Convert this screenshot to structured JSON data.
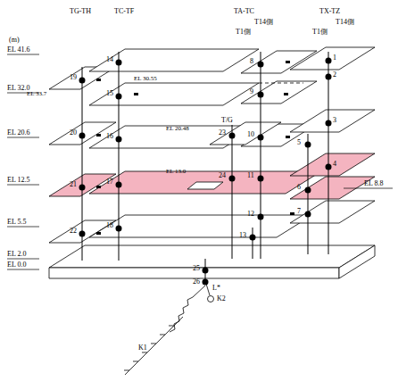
{
  "diagram": {
    "labels": [
      "TG-TH",
      "TC-TF",
      "TA-TC",
      "T14側",
      "T1側",
      "TX-TZ",
      "T1側",
      "T14側",
      "(m)",
      "EL 41.6",
      "EL 32.0",
      "EL 20.6",
      "EL 12.5",
      "EL 5.5",
      "EL 2.0",
      "EL 0.0",
      "EL 33.7",
      "EL 30.55",
      "EL 20.48",
      "T/G",
      "EL 13.0",
      "EL 8.8",
      "1",
      "2",
      "3",
      "4",
      "5",
      "6",
      "7",
      "8",
      "9",
      "10",
      "11",
      "12",
      "13",
      "14",
      "15",
      "16",
      "17",
      "18",
      "19",
      "20",
      "21",
      "22",
      "23",
      "24",
      "25",
      "26",
      "L*",
      "K1",
      "K2"
    ]
  }
}
